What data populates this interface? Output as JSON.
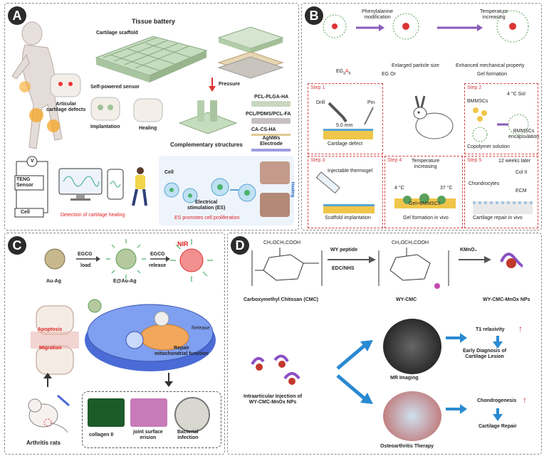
{
  "panels": {
    "a": {
      "label": "A",
      "tissue_battery": "Tissue battery",
      "cartilage_scaffold": "Cartilage scaffold",
      "self_powered_sensor": "Self-powered sensor",
      "articular_defects": "Articular\ncartilage defects",
      "implantation": "Implantation",
      "healing": "Healing",
      "complementary": "Complementary structures",
      "pressure": "Pressure",
      "layers": [
        "PCL-PLGA-HA",
        "PCL/PDMS/PCL-FA",
        "CA-CS-HA",
        "AgNWs\nElectrode"
      ],
      "teng": "TENG\nSensor",
      "v": "V",
      "cell_box": "Cell",
      "detection": "Detection of cartilage healing",
      "cell": "Cell",
      "es": "Electrical\nstimulation (ES)",
      "es_promotes": "ES promotes cell proliferation",
      "healing2": "Healing"
    },
    "b": {
      "label": "B",
      "phenyl": "Phenylalanine\nmodification",
      "temp": "Temperature\nincreasing",
      "eg": "EG",
      "eg_sub": "a",
      "eg_sub2": "A",
      "eg_sub3": "b",
      "enlarged": "Enlarged  particle size",
      "eg_formula": "EG",
      "or": "Or",
      "enhanced": "Enhanced mechanical property",
      "gel_formation": "Gel formation",
      "step1": "Step 1",
      "drill": "Drill",
      "pin": "Pin",
      "mm": "5.0 mm",
      "cart_defect": "Cartilage defect",
      "step2": "Step 2",
      "sol": "4 °C Sol",
      "bmmscs": "BMMSCs",
      "copolymer": "Copolymer solution",
      "encap": "BMMSCs\nencapsulation",
      "step3": "Step 3",
      "thermogel": "Injectable thermogel",
      "scaffold": "Scaffold implantation",
      "step4": "Step 4",
      "temp_inc": "Temperature\nincreasing",
      "c4": "4 °C",
      "c37": "37 °C",
      "gel_bmmscs": "Gel+BMMSCs",
      "gel_vivo": "Gel formation in vivo",
      "step5": "Step 5",
      "weeks": "12 weeks later",
      "col2": "Col II",
      "chondro": "Chondrocytes",
      "ecm": "ECM",
      "repair": "Cartilage repair in vivo"
    },
    "c": {
      "label": "C",
      "au_ag": "Au-Ag",
      "egcg1": "EGCG",
      "load": "load",
      "e_au_ag": "E@Au-Ag",
      "egcg2": "EGCG",
      "release": "release",
      "nir": "NIR",
      "apoptosis": "Apoptosis",
      "migration": "Migration",
      "repair_mito": "Repair\nmitochondrial function",
      "release2": "Release",
      "collagen": "collagen II",
      "joint": "joint surface\nerision",
      "bacterial": "Bacterial\ninfection",
      "rats": "Arthritis rats"
    },
    "d": {
      "label": "D",
      "chain_top": "CH₂OCH₂COOH",
      "wy": "WY peptide",
      "edc": "EDC/NHS",
      "kmno4": "KMnO₄",
      "cmc": "Carboxymethyl Chitosan (CMC)",
      "wy_cmc": "WY-CMC",
      "wy_np": "WY-CMC-MnOx NPs",
      "mr": "MR Imaging",
      "t1": "T1 relaxivity",
      "early": "Early Diagnosis of\nCartilage Lesion",
      "intra": "Intraarticular Injection of\nWY-CMC-MnOx NPs",
      "oa": "Osteoarthritis Therapy",
      "chondrogenesis": "Chondrogenesis",
      "cart_repair": "Cartilage Repair"
    }
  },
  "colors": {
    "accent_red": "#d22222",
    "accent_blue": "#1f5fb3",
    "panel_border": "#8a8a8a",
    "scaffold_green": "#b8d3b0"
  },
  "icons": [
    "knee-joint",
    "monitor",
    "phone",
    "walking-person",
    "rabbit",
    "syringe",
    "laser",
    "mouse",
    "arrow"
  ]
}
